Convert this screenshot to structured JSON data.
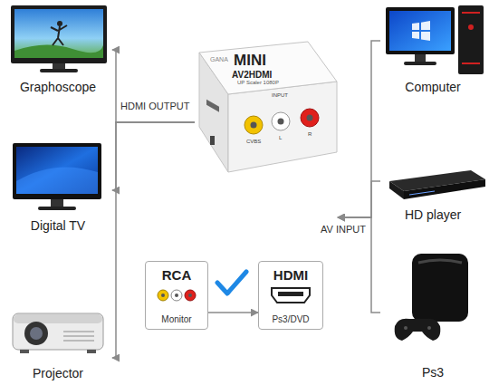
{
  "diagram": {
    "nodes": [
      {
        "text": [
          "Graphoscope"
        ]
      },
      {
        "text": [
          "Digital TV"
        ]
      },
      {
        "text": [
          "Projector"
        ]
      },
      {
        "text": [
          "GANA",
          "MINI",
          "AV2HDMI",
          "UP Scaler 1080P",
          "INPUT",
          "CVBS",
          "L",
          "R"
        ]
      },
      {
        "text": [
          "Computer"
        ]
      },
      {
        "text": [
          "HD player"
        ]
      },
      {
        "text": [
          "Ps3"
        ]
      },
      {
        "text": [
          "RCA",
          "Monitor"
        ]
      },
      {
        "text": [
          "HDMI",
          "Ps3/DVD"
        ]
      }
    ],
    "edges": [
      {
        "from": 3,
        "to": 0,
        "arrow": "to"
      },
      {
        "from": 3,
        "to": 1,
        "arrow": "to"
      },
      {
        "from": 3,
        "to": 2,
        "arrow": "to"
      },
      {
        "from": 4,
        "to": 3,
        "arrow": "to"
      },
      {
        "from": 5,
        "to": 3,
        "arrow": "to"
      },
      {
        "from": 6,
        "to": 3,
        "arrow": "to"
      },
      {
        "from": 7,
        "to": 8,
        "arrow": "to"
      }
    ],
    "labels": [
      "HDMI OUTPUT",
      "AV INPUT"
    ]
  }
}
